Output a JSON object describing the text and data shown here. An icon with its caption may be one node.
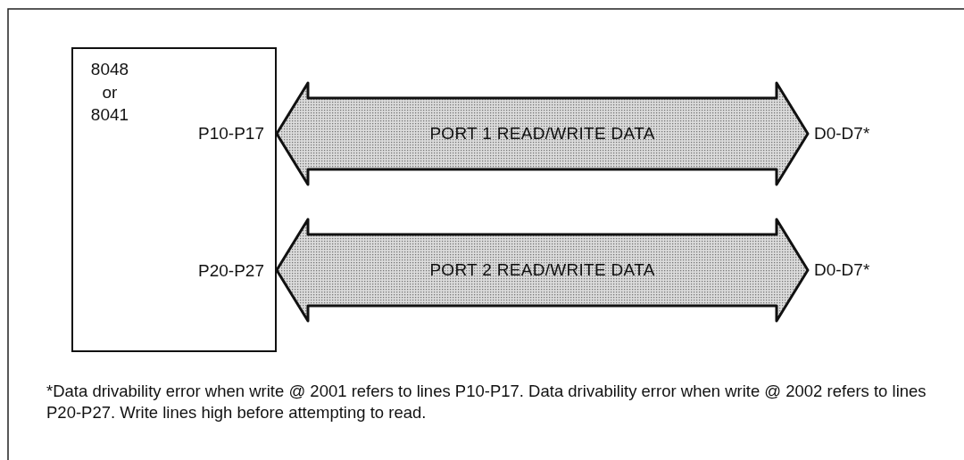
{
  "diagram": {
    "nodes": [
      {
        "text": [
          "8048 or 8041",
          "P10-P17",
          "P20-P27"
        ]
      },
      {
        "text": [
          "D0-D7*"
        ]
      },
      {
        "text": [
          "D0-D7*"
        ]
      }
    ],
    "edges": [
      {
        "from": 0,
        "to": 1,
        "arrow": "both",
        "label": "PORT 1 READ/WRITE DATA"
      },
      {
        "from": 0,
        "to": 2,
        "arrow": "both",
        "label": "PORT 2 READ/WRITE DATA"
      }
    ],
    "labels": [
      "*Data drivability error when write @ 2001 refers to lines P10-P17. Data drivability error when write @ 2002 refers to lines P20-P27. Write lines high before attempting to read."
    ]
  }
}
